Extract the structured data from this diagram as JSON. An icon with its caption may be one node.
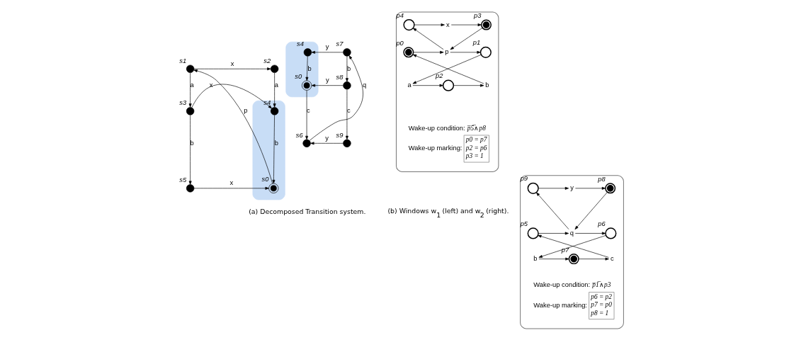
{
  "diagram": {
    "nodes": [
      {
        "text": [],
        "shape": "dot",
        "beside": [
          "s1"
        ]
      },
      {
        "text": [],
        "shape": "dot",
        "beside": [
          "s2"
        ]
      },
      {
        "text": [],
        "shape": "dot",
        "beside": [
          "s3"
        ]
      },
      {
        "text": [],
        "shape": "band"
      },
      {
        "text": [],
        "shape": "dot",
        "beside": [
          "s4"
        ],
        "in": 3
      },
      {
        "text": [],
        "shape": "double-circle",
        "beside": [
          "s0"
        ],
        "in": 3
      },
      {
        "text": [],
        "shape": "band"
      },
      {
        "text": [],
        "shape": "dot",
        "beside": [
          "s4"
        ],
        "in": 6
      },
      {
        "text": [],
        "shape": "double-circle",
        "beside": [
          "s0"
        ],
        "in": 6
      },
      {
        "text": [],
        "shape": "dot",
        "beside": [
          "s7"
        ]
      },
      {
        "text": [],
        "shape": "dot",
        "beside": [
          "s5"
        ]
      },
      {
        "text": [],
        "shape": "dot",
        "beside": [
          "s8"
        ]
      },
      {
        "text": [],
        "shape": "dot",
        "beside": [
          "s6"
        ]
      },
      {
        "text": [],
        "shape": "dot",
        "beside": [
          "s9"
        ]
      },
      {
        "text": [],
        "shape": "box"
      },
      {
        "text": [],
        "shape": "double-circle",
        "beside": [
          "p3"
        ],
        "in": 14
      },
      {
        "text": [
          "x"
        ],
        "in": 14
      },
      {
        "text": [],
        "shape": "circle",
        "beside": [
          "p4"
        ],
        "in": 14
      },
      {
        "text": [],
        "shape": "double-circle",
        "beside": [
          "p0"
        ],
        "in": 14
      },
      {
        "text": [
          "p"
        ],
        "in": 14
      },
      {
        "text": [],
        "shape": "circle",
        "beside": [
          "p1"
        ],
        "in": 14
      },
      {
        "text": [
          "b"
        ],
        "in": 14
      },
      {
        "text": [],
        "shape": "circle",
        "beside": [
          "p2"
        ],
        "in": 14
      },
      {
        "text": [
          "a"
        ],
        "in": 14
      },
      {
        "text": [
          "p0 = p7",
          "p2 = p6",
          "p3 = 1"
        ],
        "beside": [
          "Wake-up condition:  *p̅5̅*∧*p8*",
          "Wake-up marking:"
        ],
        "in": 14
      },
      {
        "text": [],
        "shape": "box"
      },
      {
        "text": [],
        "shape": "double-circle",
        "beside": [
          "p8"
        ],
        "in": 25
      },
      {
        "text": [
          "y"
        ],
        "in": 25
      },
      {
        "text": [],
        "shape": "circle",
        "beside": [
          "p9"
        ],
        "in": 25
      },
      {
        "text": [],
        "shape": "circle",
        "beside": [
          "p5"
        ],
        "in": 25
      },
      {
        "text": [
          "q"
        ],
        "in": 25
      },
      {
        "text": [],
        "shape": "circle",
        "beside": [
          "p6"
        ],
        "in": 25
      },
      {
        "text": [
          "c"
        ],
        "in": 25
      },
      {
        "text": [],
        "shape": "double-circle",
        "beside": [
          "p7"
        ],
        "in": 25
      },
      {
        "text": [
          "b"
        ],
        "in": 25
      },
      {
        "text": [
          "p6 = p2",
          "p7 = p0",
          "p8 = 1"
        ],
        "beside": [
          "Wake-up condition:  *p̅1̅*∧*p3*",
          "Wake-up marking:"
        ],
        "in": 25
      }
    ],
    "edges": [
      {
        "from": 0,
        "to": 1,
        "arrow": "to",
        "label": "x"
      },
      {
        "from": 0,
        "to": 2,
        "arrow": "to",
        "label": "a"
      },
      {
        "from": 1,
        "to": 4,
        "arrow": "to",
        "label": "a"
      },
      {
        "from": 2,
        "to": 4,
        "arrow": "to",
        "label": "x"
      },
      {
        "from": 2,
        "to": 10,
        "arrow": "to",
        "label": "b"
      },
      {
        "from": 4,
        "to": 5,
        "arrow": "to",
        "label": "b"
      },
      {
        "from": 10,
        "to": 5,
        "arrow": "to",
        "label": "x"
      },
      {
        "from": 5,
        "to": 0,
        "arrow": "to",
        "label": "p"
      },
      {
        "from": 9,
        "to": 7,
        "arrow": "to",
        "label": "y"
      },
      {
        "from": 7,
        "to": 8,
        "arrow": "to",
        "label": "b"
      },
      {
        "from": 9,
        "to": 11,
        "arrow": "to",
        "label": "b"
      },
      {
        "from": 11,
        "to": 8,
        "arrow": "to",
        "label": "y"
      },
      {
        "from": 8,
        "to": 12,
        "arrow": "to",
        "label": "c"
      },
      {
        "from": 11,
        "to": 13,
        "arrow": "to",
        "label": "c"
      },
      {
        "from": 13,
        "to": 12,
        "arrow": "to",
        "label": "y"
      },
      {
        "from": 12,
        "to": 9,
        "arrow": "to",
        "label": "q"
      },
      {
        "from": 17,
        "to": 16,
        "arrow": "to"
      },
      {
        "from": 16,
        "to": 15,
        "arrow": "to"
      },
      {
        "from": 15,
        "to": 19,
        "arrow": "to"
      },
      {
        "from": 18,
        "to": 19,
        "arrow": "to"
      },
      {
        "from": 19,
        "to": 17,
        "arrow": "to"
      },
      {
        "from": 19,
        "to": 20,
        "arrow": "to"
      },
      {
        "from": 20,
        "to": 23,
        "arrow": "to"
      },
      {
        "from": 23,
        "to": 22,
        "arrow": "to"
      },
      {
        "from": 22,
        "to": 21,
        "arrow": "to"
      },
      {
        "from": 21,
        "to": 18,
        "arrow": "to"
      },
      {
        "from": 28,
        "to": 27,
        "arrow": "to"
      },
      {
        "from": 27,
        "to": 26,
        "arrow": "to"
      },
      {
        "from": 26,
        "to": 30,
        "arrow": "to"
      },
      {
        "from": 29,
        "to": 30,
        "arrow": "to"
      },
      {
        "from": 30,
        "to": 28,
        "arrow": "to"
      },
      {
        "from": 30,
        "to": 31,
        "arrow": "to"
      },
      {
        "from": 31,
        "to": 34,
        "arrow": "to"
      },
      {
        "from": 34,
        "to": 33,
        "arrow": "to"
      },
      {
        "from": 33,
        "to": 32,
        "arrow": "to"
      },
      {
        "from": 32,
        "to": 29,
        "arrow": "to"
      }
    ],
    "labels": [
      "(a) Decomposed Transition system.",
      "(b) Windows w$_{1}$ (left) and w$_{2}$ (right)."
    ]
  }
}
